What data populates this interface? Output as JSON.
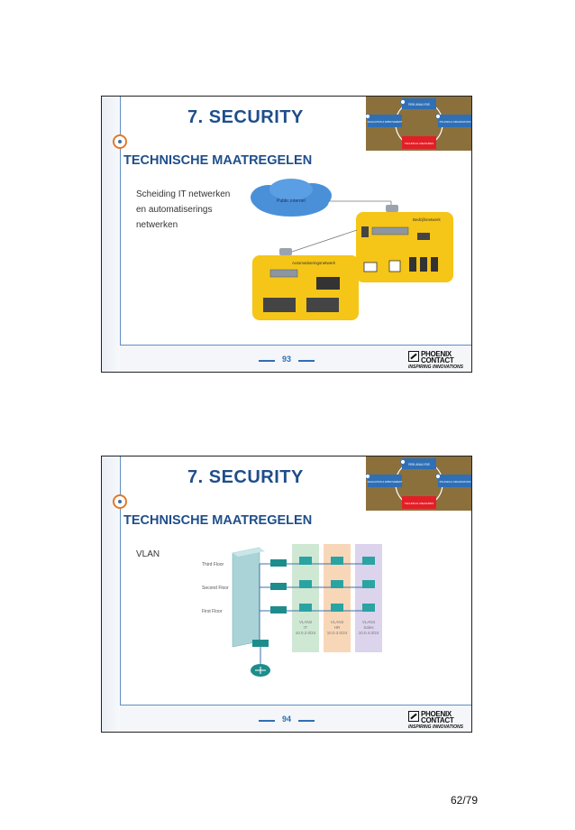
{
  "slides": [
    {
      "title": "7. SECURITY",
      "subtitle": "TECHNISCHE MAATREGELEN",
      "body": "Scheiding IT netwerken\nen automatiserings\nnetwerken",
      "page_number": "93",
      "figure_labels": {
        "cloud": "Public internet",
        "office": "Bedrijfsnetwerk",
        "automation": "Automatiseringsnetwerk"
      }
    },
    {
      "title": "7. SECURITY",
      "subtitle": "TECHNISCHE MAATREGELEN",
      "body": "VLAN",
      "page_number": "94",
      "figure_labels": {
        "floors": [
          "Third Floor",
          "Second Floor",
          "First Floor"
        ],
        "vlans": [
          {
            "name": "VLAN2",
            "group": "IT",
            "net": "10.0.2.0/24"
          },
          {
            "name": "VLAN3",
            "group": "HR",
            "net": "10.0.3.0/24"
          },
          {
            "name": "VLAN4",
            "group": "Sales",
            "net": "10.0.4.0/24"
          }
        ]
      }
    }
  ],
  "brand": {
    "line1": "PHOENIX",
    "line2": "CONTACT",
    "tagline": "INSPIRING INNOVATIONS"
  },
  "header_diagram": {
    "top": "RISK ANALYSIS",
    "left": "EVALUATION & IMPROVEMENT",
    "right": "POLICIES & ORGANISATION",
    "bottom": "TECHNICAL MEASURES"
  },
  "page_footer": "62/79",
  "colors": {
    "title": "#1f4e8a",
    "frame": "#5b8fc7",
    "zone": "#f5c518",
    "vlan_it": "#cfe8d4",
    "vlan_hr": "#f8d7b8",
    "vlan_sales": "#dcd3ec"
  }
}
